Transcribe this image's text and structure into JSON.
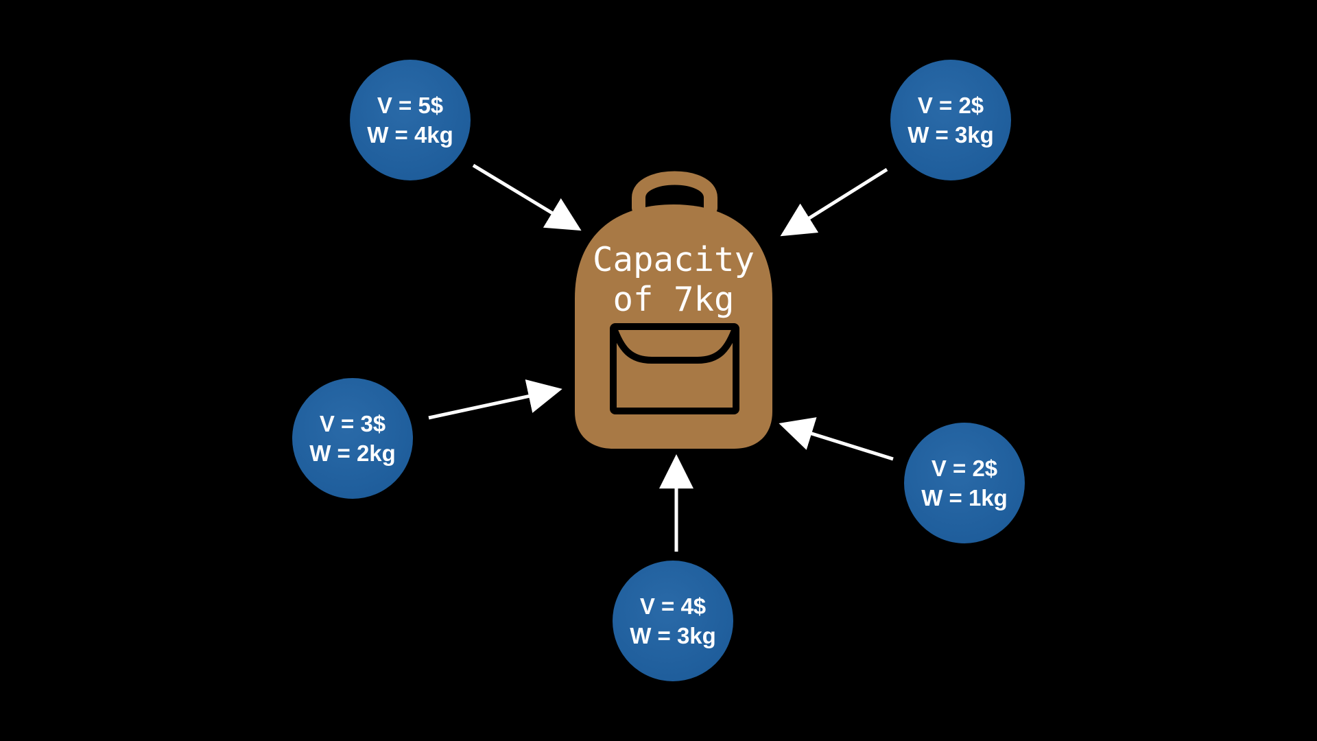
{
  "knapsack": {
    "color": "#a87945",
    "label_line1": "Capacity",
    "label_line2": "of 7kg"
  },
  "item_color": "#1f5e9c",
  "items": [
    {
      "value_label": "V = 5$",
      "weight_label": "W = 4kg"
    },
    {
      "value_label": "V = 2$",
      "weight_label": "W = 3kg"
    },
    {
      "value_label": "V = 3$",
      "weight_label": "W = 2kg"
    },
    {
      "value_label": "V = 2$",
      "weight_label": "W = 1kg"
    },
    {
      "value_label": "V = 4$",
      "weight_label": "W = 3kg"
    }
  ]
}
